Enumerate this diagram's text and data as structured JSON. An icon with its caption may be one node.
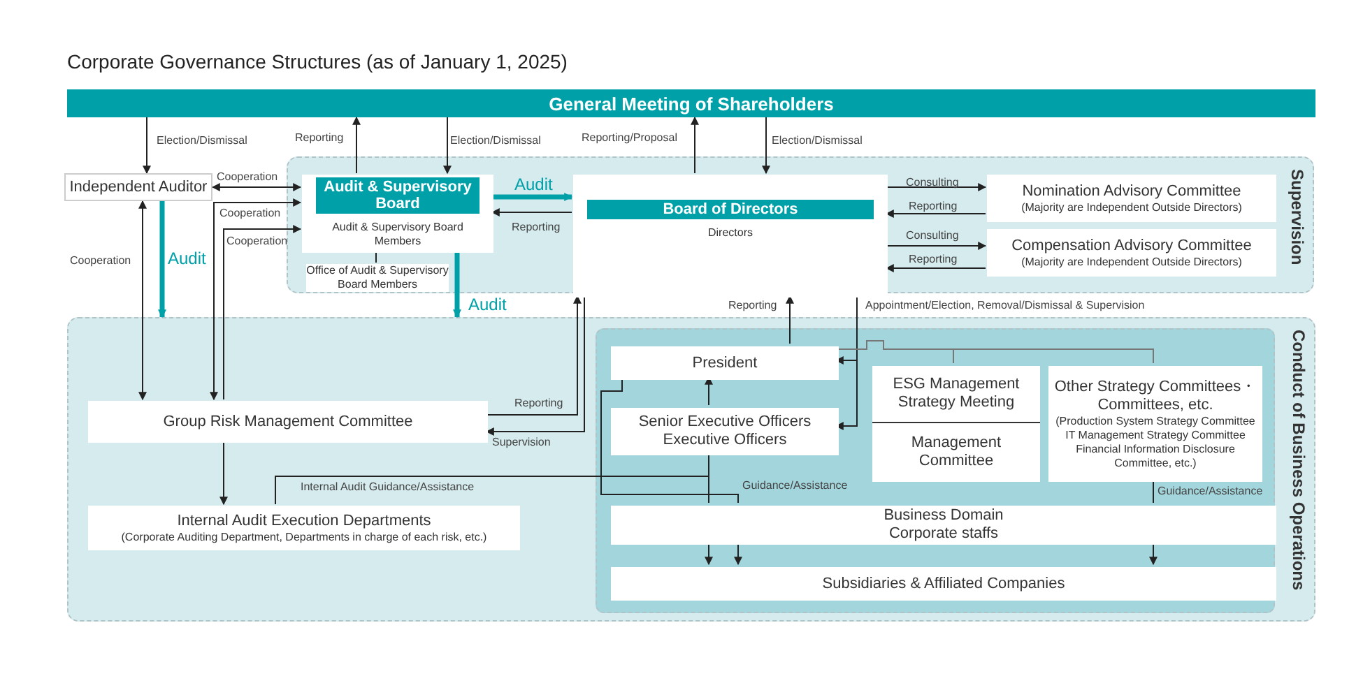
{
  "diagram": {
    "title": "Corporate Governance Structures (as of January 1, 2025)",
    "nodes": [
      {
        "text": [
          "General Meeting of Shareholders"
        ]
      },
      {
        "text": [
          "Independent Auditor"
        ]
      },
      {
        "text": [
          "Supervision"
        ]
      },
      {
        "text": [
          "Audit & Supervisory Board",
          "Audit & Supervisory Board Members"
        ],
        "in": 2
      },
      {
        "text": [
          "Office of Audit & Supervisory Board Members"
        ],
        "in": 2
      },
      {
        "text": [
          "Board of Directors",
          "Directors"
        ],
        "in": 2
      },
      {
        "text": [
          "Nomination Advisory Committee",
          "(Majority are Independent Outside Directors)"
        ],
        "in": 2
      },
      {
        "text": [
          "Compensation Advisory Committee",
          "(Majority are Independent Outside Directors)"
        ],
        "in": 2
      },
      {
        "text": [
          "Conduct of Business Operations"
        ]
      },
      {
        "text": [
          "Group Risk Management Committee"
        ],
        "in": 8
      },
      {
        "text": [
          "Internal Audit Execution Departments",
          "(Corporate Auditing Department, Departments in charge of each risk, etc.)"
        ],
        "in": 8
      },
      {
        "text": [],
        "shape": "box",
        "in": 8
      },
      {
        "text": [
          "President"
        ],
        "in": 11
      },
      {
        "text": [
          "Senior Executive Officers Executive Officers"
        ],
        "in": 11
      },
      {
        "text": [
          "ESG Management Strategy Meeting"
        ],
        "in": 11
      },
      {
        "text": [
          "Management Committee"
        ],
        "in": 11
      },
      {
        "text": [
          "Other Strategy Committees・ Committees, etc.",
          "(Production System Strategy Committee IT Management Strategy Committee Financial Information Disclosure Committee, etc.)"
        ],
        "in": 11
      },
      {
        "text": [
          "Business Domain Corporate staffs"
        ],
        "in": 11
      },
      {
        "text": [
          "Subsidiaries & Affiliated Companies"
        ],
        "in": 11
      }
    ],
    "edges": [
      {
        "from": 0,
        "to": 1,
        "arrow": "to",
        "label": "Election/Dismissal"
      },
      {
        "from": 3,
        "to": 0,
        "arrow": "to",
        "label": "Reporting"
      },
      {
        "from": 0,
        "to": 3,
        "arrow": "to",
        "label": "Election/Dismissal"
      },
      {
        "from": 5,
        "to": 0,
        "arrow": "to",
        "label": "Reporting/Proposal"
      },
      {
        "from": 0,
        "to": 5,
        "arrow": "to",
        "label": "Election/Dismissal"
      },
      {
        "from": 1,
        "to": 3,
        "arrow": "both",
        "label": "Cooperation"
      },
      {
        "from": 9,
        "to": 3,
        "arrow": "to",
        "label": "Cooperation"
      },
      {
        "from": 9,
        "to": 3,
        "arrow": "both",
        "label": "Cooperation"
      },
      {
        "from": 1,
        "to": 9,
        "arrow": "both",
        "label": "Cooperation"
      },
      {
        "from": 1,
        "to": 8,
        "arrow": "to",
        "label": "Audit",
        "style": "thick",
        "color": "#00a0a8"
      },
      {
        "from": 3,
        "to": 4,
        "arrow": "none"
      },
      {
        "from": 3,
        "to": 5,
        "arrow": "to",
        "label": "Audit",
        "style": "thick",
        "color": "#00a0a8"
      },
      {
        "from": 5,
        "to": 3,
        "arrow": "to",
        "label": "Reporting"
      },
      {
        "from": 3,
        "to": 8,
        "arrow": "to",
        "label": "Audit",
        "style": "thick",
        "color": "#00a0a8"
      },
      {
        "from": 5,
        "to": 6,
        "arrow": "to",
        "label": "Consulting"
      },
      {
        "from": 6,
        "to": 5,
        "arrow": "to",
        "label": "Reporting"
      },
      {
        "from": 5,
        "to": 7,
        "arrow": "to",
        "label": "Consulting"
      },
      {
        "from": 7,
        "to": 5,
        "arrow": "to",
        "label": "Reporting"
      },
      {
        "from": 9,
        "to": 5,
        "arrow": "to",
        "label": "Reporting"
      },
      {
        "from": 5,
        "to": 9,
        "arrow": "to",
        "label": "Supervision"
      },
      {
        "from": 12,
        "to": 5,
        "arrow": "to",
        "label": "Reporting"
      },
      {
        "from": 5,
        "to": 12,
        "arrow": "to",
        "label": "Appointment/Election, Removal/Dismissal & Supervision"
      },
      {
        "from": 5,
        "to": 13,
        "arrow": "to"
      },
      {
        "from": 12,
        "to": 14,
        "arrow": "none",
        "color": "#777777"
      },
      {
        "from": 12,
        "to": 16,
        "arrow": "none",
        "color": "#777777"
      },
      {
        "from": 13,
        "to": 12,
        "arrow": "to"
      },
      {
        "from": 9,
        "to": 10,
        "arrow": "to"
      },
      {
        "from": 10,
        "to": 17,
        "arrow": "none",
        "label": "Internal Audit Guidance/Assistance"
      },
      {
        "from": 13,
        "to": 17,
        "arrow": "none"
      },
      {
        "from": 12,
        "to": 17,
        "arrow": "none",
        "label": "Guidance/Assistance"
      },
      {
        "from": 16,
        "to": 17,
        "arrow": "none",
        "label": "Guidance/Assistance"
      },
      {
        "from": 17,
        "to": 18,
        "arrow": "to"
      },
      {
        "from": 17,
        "to": 18,
        "arrow": "to"
      },
      {
        "from": 17,
        "to": 18,
        "arrow": "to"
      }
    ]
  }
}
